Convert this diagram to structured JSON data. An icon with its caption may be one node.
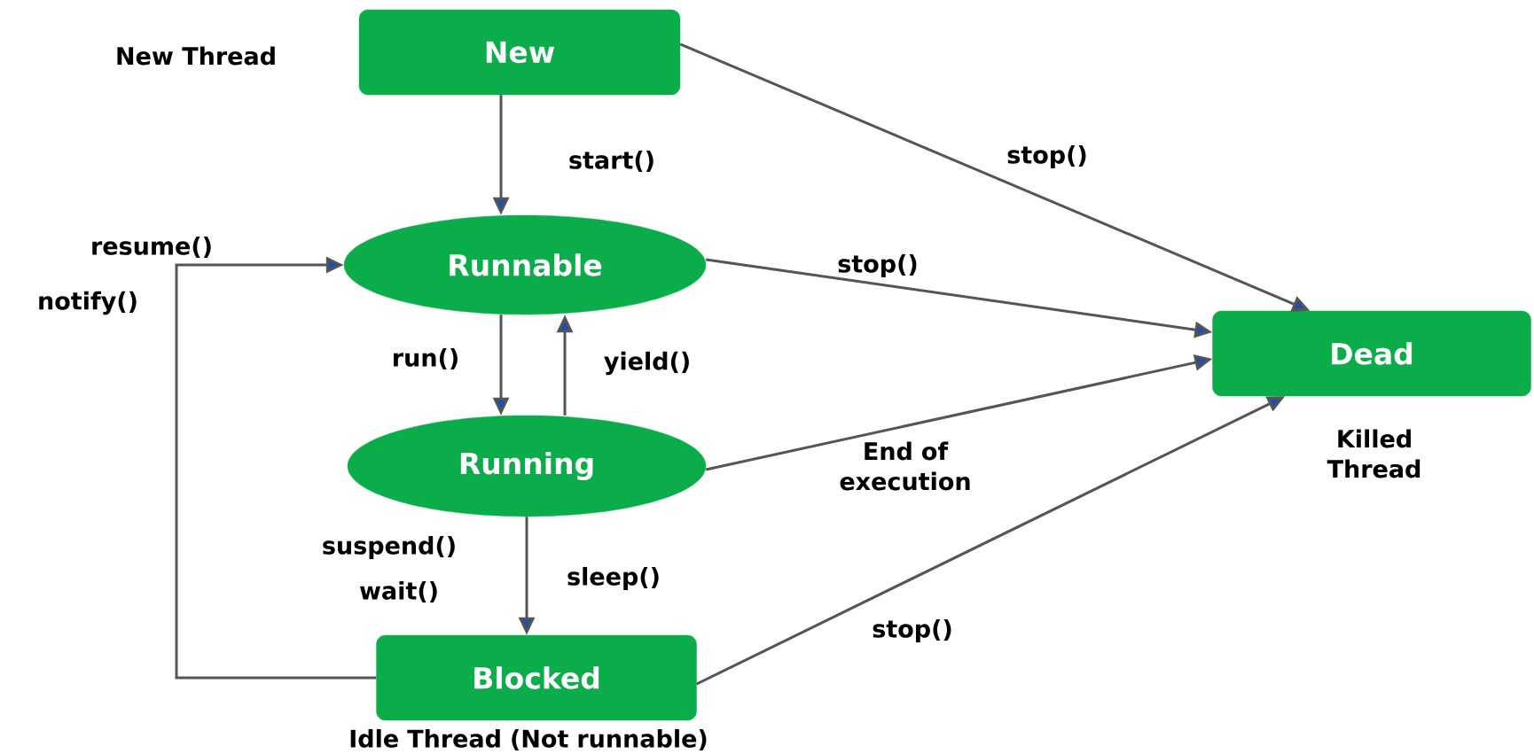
{
  "diagram": {
    "nodes": [
      {
        "text": [
          "New"
        ]
      },
      {
        "text": [
          "Runnable"
        ]
      },
      {
        "text": [
          "Running"
        ]
      },
      {
        "text": [
          "Blocked"
        ],
        "beside": [
          "Idle Thread (Not runnable)"
        ]
      },
      {
        "text": [
          "Dead"
        ],
        "beside": [
          "Killed Thread"
        ]
      }
    ],
    "edges": [
      {
        "from": 0,
        "to": 1,
        "arrow": "to",
        "label": "start()"
      },
      {
        "from": 0,
        "to": 4,
        "arrow": "to",
        "label": "stop()"
      },
      {
        "from": 1,
        "to": 4,
        "arrow": "to",
        "label": "stop()"
      },
      {
        "from": 1,
        "to": 2,
        "arrow": "to",
        "label": "run()"
      },
      {
        "from": 2,
        "to": 1,
        "arrow": "to",
        "label": "yield()"
      },
      {
        "from": 2,
        "to": 4,
        "arrow": "to",
        "label": "End of execution"
      },
      {
        "from": 2,
        "to": 3,
        "arrow": "to",
        "label": "sleep()"
      },
      {
        "from": 3,
        "to": 1,
        "arrow": "to"
      },
      {
        "from": 3,
        "to": 4,
        "arrow": "to",
        "label": "stop()"
      }
    ],
    "labels": [
      "New Thread",
      "resume()",
      "notify()",
      "suspend()",
      "wait()"
    ]
  }
}
